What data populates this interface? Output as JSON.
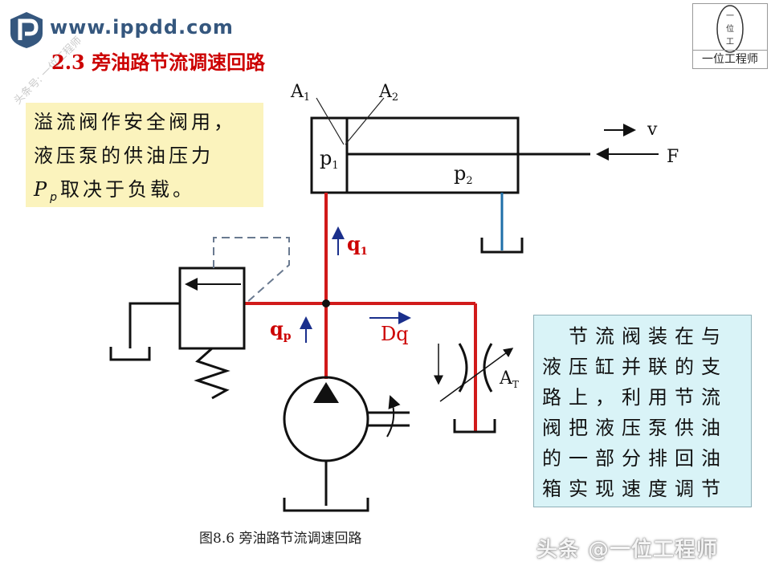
{
  "header": {
    "site_url": "www.ippdd.com",
    "watermark_side": "头条号: 一位工程师",
    "section_title": "2.3  旁油路节流调速回路"
  },
  "brand": {
    "label": "一位工程师",
    "seal_chars": [
      "一",
      "位",
      "工"
    ]
  },
  "left_note": {
    "lines": [
      "溢流阀作安全阀用，",
      "液压泵的供油压力",
      "P",
      "p",
      "取决于负载。"
    ]
  },
  "right_note": {
    "lines": [
      "　节流阀装在与",
      "液压缸并联的支",
      "路上，利用节流",
      "阀把液压泵供油",
      "的一部分排回油",
      "箱实现速度调节"
    ]
  },
  "diagram": {
    "label_A1": "A",
    "label_A1_sub": "1",
    "label_A2": "A",
    "label_A2_sub": "2",
    "label_p1": "p",
    "label_p1_sub": "1",
    "label_p2": "p",
    "label_p2_sub": "2",
    "label_v": "v",
    "label_F": "F",
    "label_q1": "q",
    "label_q1_sub": "1",
    "label_qp": "q",
    "label_qp_sub": "p",
    "label_Dq": "Dq",
    "label_AT": "A",
    "label_AT_sub": "T"
  },
  "caption": "图8.6   旁油路节流调速回路",
  "bottom_watermark": "头条 @一位工程师",
  "colors": {
    "oil_line": "#d11a1a",
    "return_line": "#1f6fa8",
    "title": "#cc0000",
    "label_red": "#cc0000",
    "arrow_blue": "#1a2f8c",
    "left_box_bg": "#fbf3bd",
    "right_box_bg": "#d9f3f7"
  },
  "icons": {
    "logo": "p-logo-icon",
    "pump": "pump-icon",
    "relief_valve": "relief-valve-icon",
    "throttle_valve": "throttle-valve-icon",
    "tank": "tank-icon"
  }
}
